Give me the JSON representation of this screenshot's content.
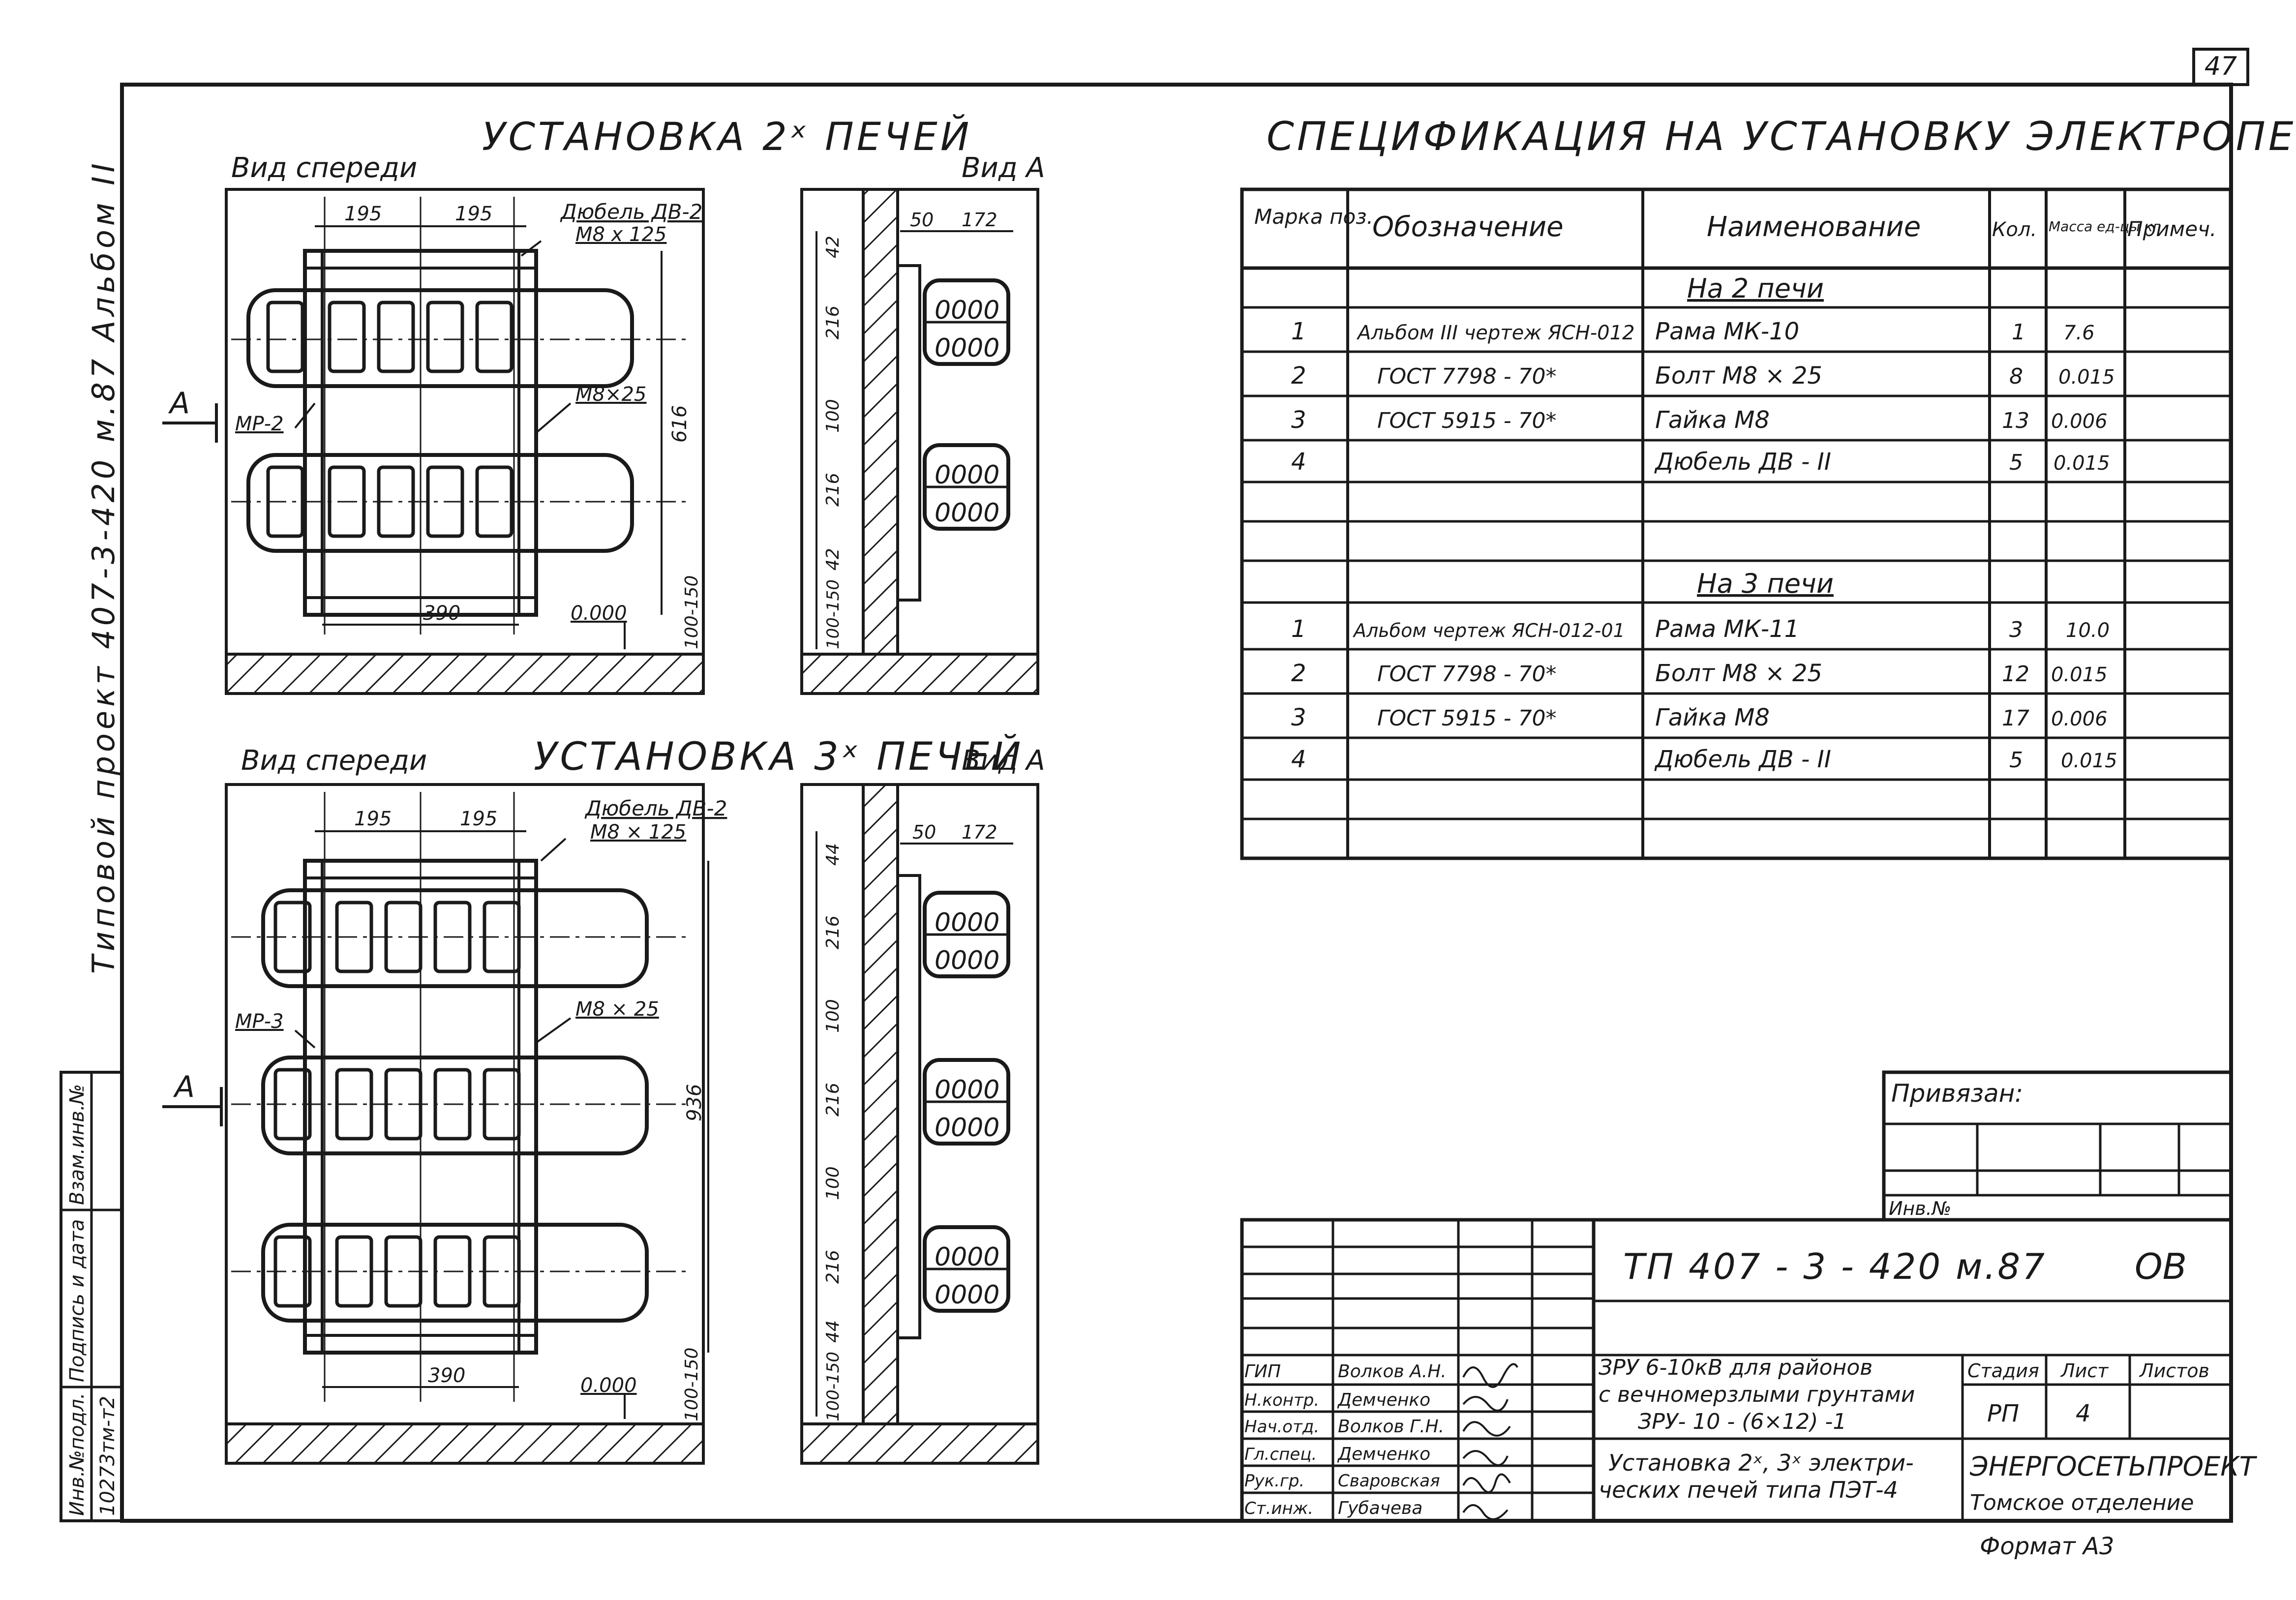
{
  "sheet_number": "47",
  "side_stamp": {
    "project_title": "Типовой проект 407-3-420 м.87 Альбом II",
    "inv_label": "Инв.№подл.",
    "inv_value": "10273тм-т2",
    "sign_label": "Подпись и дата",
    "swap_label": "Взам.инв.№"
  },
  "view2": {
    "title": "УСТАНОВКА 2ˣ ПЕЧЕЙ",
    "front_label": "Вид спереди",
    "side_label": "Вид А",
    "dim_195a": "195",
    "dim_195b": "195",
    "dowel": "Дюбель ДВ-2",
    "dowel_size": "М8 х 125",
    "bolt": "М8×25",
    "mark": "МР-2",
    "dim_616": "616",
    "dim_390": "390",
    "level": "0.000",
    "dim_100_150": "100-150",
    "arrow_a": "А",
    "side_dims": [
      "50",
      "172",
      "42",
      "216",
      "100",
      "216",
      "42",
      "100-150"
    ]
  },
  "view3": {
    "title": "УСТАНОВКА 3ˣ ПЕЧЕЙ",
    "front_label": "Вид спереди",
    "side_label": "Вид А",
    "dim_195a": "195",
    "dim_195b": "195",
    "dowel": "Дюбель ДВ-2",
    "dowel_size": "М8 × 125",
    "bolt": "М8 × 25",
    "mark": "МР-3",
    "dim_936": "936",
    "dim_390": "390",
    "level": "0.000",
    "dim_100_150": "100-150",
    "arrow_a": "А",
    "side_dims": [
      "50",
      "172",
      "44",
      "216",
      "100",
      "216",
      "100",
      "216",
      "44",
      "100-150"
    ]
  },
  "grille": "0000",
  "spec": {
    "title": "СПЕЦИФИКАЦИЯ НА УСТАНОВКУ ЭЛЕКТРОПЕЧЕЙ",
    "headers": [
      "Марка поз.",
      "Обозначение",
      "Наименование",
      "Кол.",
      "Масса ед-цы кг",
      "Примеч."
    ],
    "section1": "На 2 печи",
    "rows1": [
      [
        "1",
        "Альбом III чертеж ЯСН-012",
        "Рама МК-10",
        "1",
        "7.6",
        ""
      ],
      [
        "2",
        "ГОСТ 7798 - 70*",
        "Болт М8 × 25",
        "8",
        "0.015",
        ""
      ],
      [
        "3",
        "ГОСТ 5915 - 70*",
        "Гайка М8",
        "13",
        "0.006",
        ""
      ],
      [
        "4",
        "",
        "Дюбель ДВ - II",
        "5",
        "0.015",
        ""
      ]
    ],
    "section2": "На 3 печи",
    "rows2": [
      [
        "1",
        "Альбом чертеж ЯСН-012-01",
        "Рама МК-11",
        "3",
        "10.0",
        ""
      ],
      [
        "2",
        "ГОСТ 7798 - 70*",
        "Болт М8 × 25",
        "12",
        "0.015",
        ""
      ],
      [
        "3",
        "ГОСТ 5915 - 70*",
        "Гайка М8",
        "17",
        "0.006",
        ""
      ],
      [
        "4",
        "",
        "Дюбель ДВ - II",
        "5",
        "0.015",
        ""
      ]
    ]
  },
  "titleblock": {
    "privyazan": "Привязан:",
    "inv_no": "Инв.№",
    "code": "ТП 407 - 3 - 420 м.87",
    "section_code": "ОВ",
    "roles": [
      "ГИП",
      "Н.контр.",
      "Нач.отд.",
      "Гл.спец.",
      "Рук.гр.",
      "Ст.инж."
    ],
    "names": [
      "Волков А.Н.",
      "Демченко",
      "Волков Г.Н.",
      "Демченко",
      "Сваровская",
      "Губачева"
    ],
    "object_line1": "ЗРУ 6-10кВ для районов",
    "object_line2": "с вечномерзлыми грунтами",
    "object_line3": "ЗРУ- 10 - (6×12) -1",
    "stage_label": "Стадия",
    "sheet_label": "Лист",
    "sheets_label": "Листов",
    "stage": "РП",
    "sheet": "4",
    "drawing_line1": "Установка 2ˣ, 3ˣ электри-",
    "drawing_line2": "ческих печей типа ПЭТ-4",
    "org": "ЭНЕРГОСЕТЬПРОЕКТ",
    "branch": "Томское отделение",
    "format": "Формат А3"
  }
}
